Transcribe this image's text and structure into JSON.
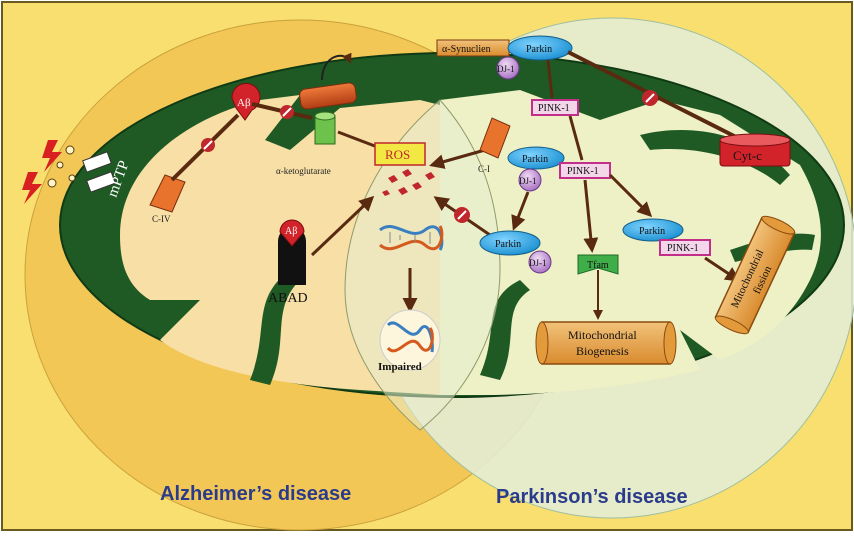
{
  "colors": {
    "frame_background": "#f9df6f",
    "alzheimer_region": "#f3c756",
    "parkinson_region": "#d9ead8",
    "mitochondrion_outer": "#1f5a24",
    "matrix_left": "#f7dfa6",
    "matrix_right": "#eef1c6",
    "overlap_region": "#dfe3b8",
    "caption_text": "#2a3b8c",
    "parkin_blue": "#2aa4e0",
    "pink1_magenta": "#c22f8a",
    "arrow_brown": "#5a2a10",
    "inhibit_red": "#c0272d",
    "scroll_orange": "#e9a347"
  },
  "labels": {
    "abeta_top": "Aβ",
    "abeta_abad": "Aβ",
    "mptp": "mPTP",
    "c_iv": "C-IV",
    "c_i": "C-I",
    "alpha_ketoglutarate": "α-ketoglutarate",
    "ros": "ROS",
    "abad": "ABAD",
    "impaired": "Impaired",
    "alpha_synuclein": "α-Synuclien",
    "parkin": "Parkin",
    "dj1": "DJ-1",
    "pink1": "PINK-1",
    "cyt_c": "Cyt-c",
    "tfam": "Tfam",
    "mito_biogenesis_line1": "Mitochondrial",
    "mito_biogenesis_line2": "Biogenesis",
    "mito_fission_line1": "Mitochondrial",
    "mito_fission_line2": "fission"
  },
  "captions": {
    "alzheimer": "Alzheimer’s disease",
    "parkinson": "Parkinson’s disease"
  }
}
